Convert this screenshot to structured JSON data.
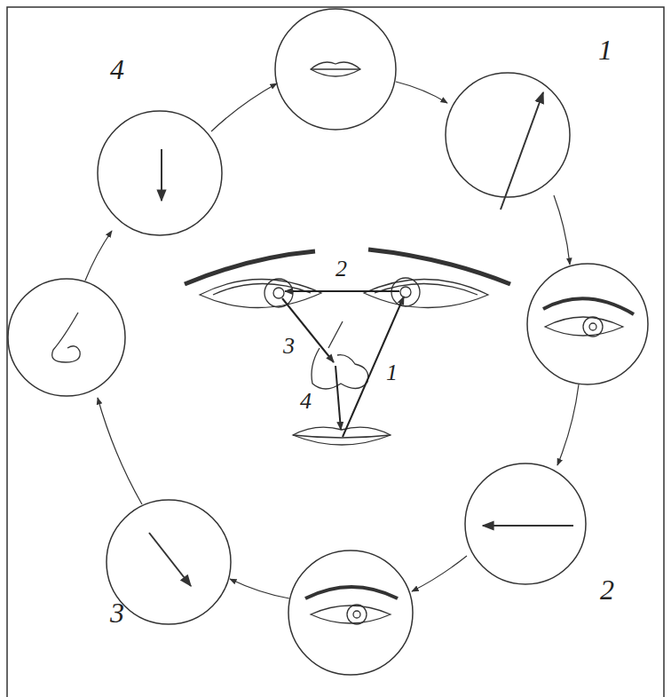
{
  "diagram": {
    "labels": [
      "4",
      "1",
      "2",
      "3",
      "1",
      "4",
      "2",
      "3"
    ]
  }
}
